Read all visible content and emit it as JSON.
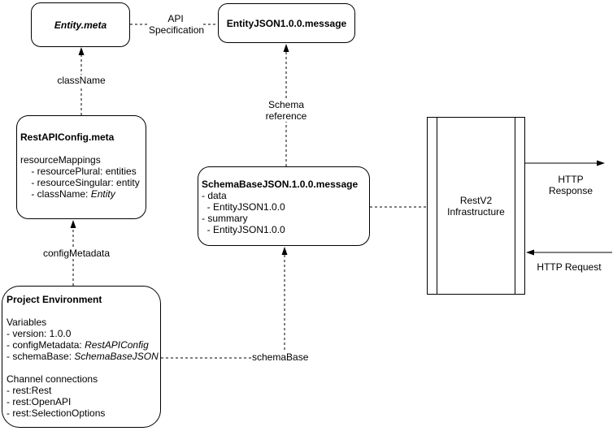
{
  "diagram": {
    "nodes": {
      "entity_meta": {
        "title": "Entity.meta"
      },
      "entity_json_message": {
        "title": "EntityJSON1.0.0.message"
      },
      "rest_api_config_meta": {
        "title": "RestAPIConfig.meta",
        "lines": [
          {
            "t": "resourceMappings"
          },
          {
            "t": "    - resourcePlural: entities"
          },
          {
            "t": "    - resourceSingular: entity"
          },
          {
            "t": "    - className: ",
            "i": "Entity"
          }
        ]
      },
      "schema_base_json_message": {
        "title": "SchemaBaseJSON.1.0.0.message",
        "lines": [
          {
            "t": "- data"
          },
          {
            "t": "  - EntityJSON1.0.0"
          },
          {
            "t": "- summary"
          },
          {
            "t": "  - EntityJSON1.0.0"
          }
        ]
      },
      "project_environment": {
        "title": "Project Environment",
        "lines": [
          {
            "t": "Variables"
          },
          {
            "t": "- version: 1.0.0"
          },
          {
            "t": "- configMetadata: ",
            "i": "RestAPIConfig"
          },
          {
            "t": "- schemaBase: ",
            "i": "SchemaBaseJSON"
          },
          {
            "t": ""
          },
          {
            "t": "Channel connections"
          },
          {
            "t": "- rest:Rest"
          },
          {
            "t": "- rest:OpenAPI"
          },
          {
            "t": "- rest:SelectionOptions"
          }
        ]
      },
      "restv2_infrastructure": {
        "title_line1": "RestV2",
        "title_line2": "Infrastructure"
      }
    },
    "edge_labels": {
      "api_specification_line1": "API",
      "api_specification_line2": "Specification",
      "class_name": "className",
      "schema_reference": "Schema reference",
      "config_metadata": "configMetadata",
      "schema_base": "schemaBase",
      "http_response": "HTTP Response",
      "http_request": "HTTP Request"
    },
    "colors": {
      "stroke": "#000000",
      "background": "#ffffff",
      "text": "#000000"
    }
  }
}
